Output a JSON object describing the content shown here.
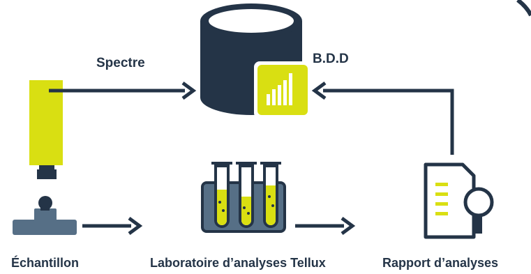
{
  "labels": {
    "spectre": "Spectre",
    "bdd": "B.D.D",
    "echantillon": "Échantillon",
    "laboratoire": "Laboratoire d’analyses Tellux",
    "rapport": "Rapport d’analyses"
  },
  "colors": {
    "navy": "#243447",
    "yellow": "#d9df12",
    "slate": "#566f86",
    "white": "#ffffff"
  },
  "icons": {
    "database": "database-icon",
    "bar_chart": "bar-chart-icon",
    "spectrometer": "spectrometer-icon",
    "sample": "sample-stand-icon",
    "test_tubes": "test-tubes-icon",
    "report": "report-magnifier-icon"
  }
}
